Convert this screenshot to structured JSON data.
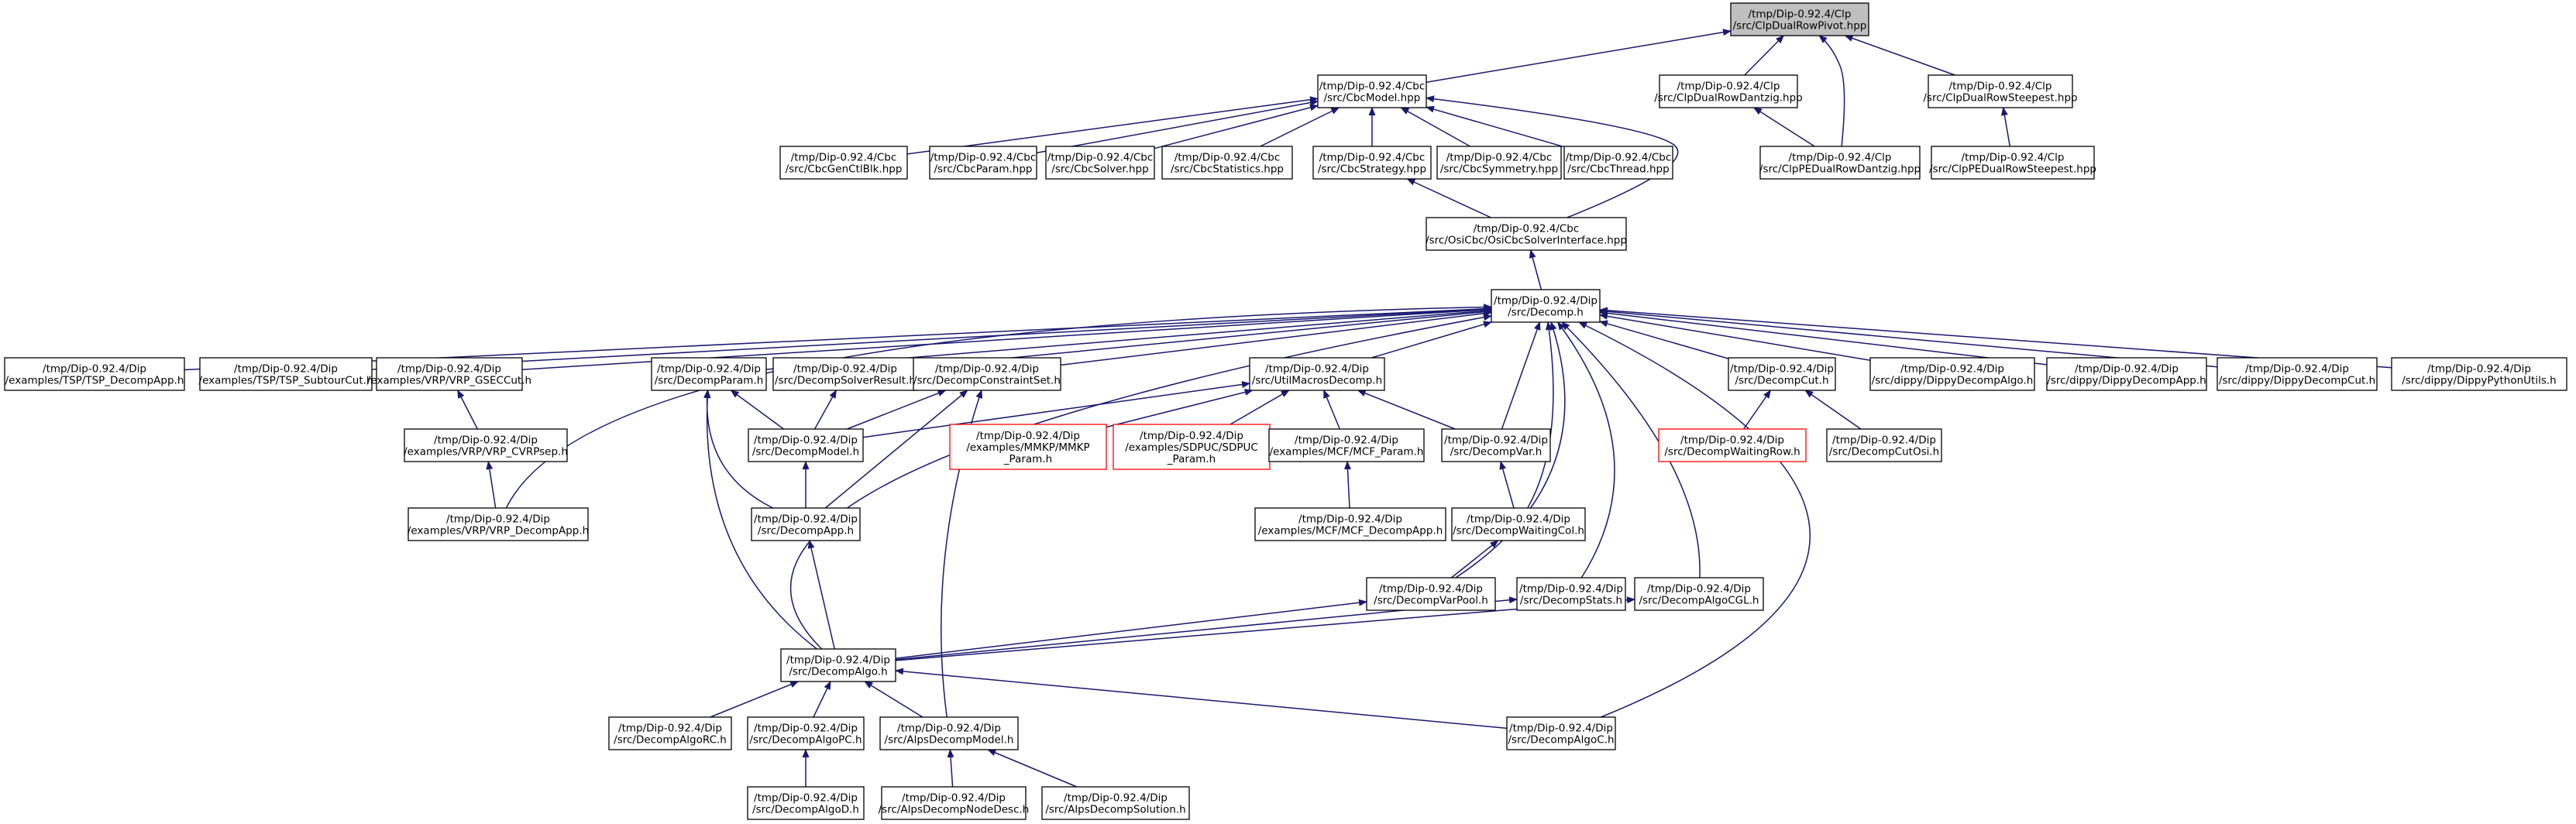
{
  "colors": {
    "edge": "#191970",
    "root_fill": "#bfbfbf",
    "node_fill": "#ffffff",
    "node_border": "#000000",
    "truncated_border": "#ff0000"
  },
  "nodes": [
    {
      "id": "n_root",
      "lines": [
        "/tmp/Dip-0.92.4/Clp",
        "/src/ClpDualRowPivot.hpp"
      ],
      "root": true
    },
    {
      "id": "n_cbcmodel",
      "lines": [
        "/tmp/Dip-0.92.4/Cbc",
        "/src/CbcModel.hpp"
      ]
    },
    {
      "id": "n_clpdantzig",
      "lines": [
        "/tmp/Dip-0.92.4/Clp",
        "/src/ClpDualRowDantzig.hpp"
      ]
    },
    {
      "id": "n_clpsteepest",
      "lines": [
        "/tmp/Dip-0.92.4/Clp",
        "/src/ClpDualRowSteepest.hpp"
      ]
    },
    {
      "id": "n_cbcgencut",
      "lines": [
        "/tmp/Dip-0.92.4/Cbc",
        "/src/CbcGenCtlBlk.hpp"
      ]
    },
    {
      "id": "n_cbcparam",
      "lines": [
        "/tmp/Dip-0.92.4/Cbc",
        "/src/CbcParam.hpp"
      ]
    },
    {
      "id": "n_cbcsolver",
      "lines": [
        "/tmp/Dip-0.92.4/Cbc",
        "/src/CbcSolver.hpp"
      ]
    },
    {
      "id": "n_cbcstats",
      "lines": [
        "/tmp/Dip-0.92.4/Cbc",
        "/src/CbcStatistics.hpp"
      ]
    },
    {
      "id": "n_cbcstrategy",
      "lines": [
        "/tmp/Dip-0.92.4/Cbc",
        "/src/CbcStrategy.hpp"
      ]
    },
    {
      "id": "n_cbcsymmetry",
      "lines": [
        "/tmp/Dip-0.92.4/Cbc",
        "/src/CbcSymmetry.hpp"
      ]
    },
    {
      "id": "n_cbcthread",
      "lines": [
        "/tmp/Dip-0.92.4/Cbc",
        "/src/CbcThread.hpp"
      ]
    },
    {
      "id": "n_clpedantzig",
      "lines": [
        "/tmp/Dip-0.92.4/Clp",
        "/src/ClpPEDualRowDantzig.hpp"
      ]
    },
    {
      "id": "n_clpesteepest",
      "lines": [
        "/tmp/Dip-0.92.4/Clp",
        "/src/ClpPEDualRowSteepest.hpp"
      ]
    },
    {
      "id": "n_osicbc",
      "lines": [
        "/tmp/Dip-0.92.4/Cbc",
        "/src/OsiCbc/OsiCbcSolverInterface.hpp"
      ]
    },
    {
      "id": "n_decomp",
      "lines": [
        "/tmp/Dip-0.92.4/Dip",
        "/src/Decomp.h"
      ]
    },
    {
      "id": "n_tspapp",
      "lines": [
        "/tmp/Dip-0.92.4/Dip",
        "/examples/TSP/TSP_DecompApp.h"
      ]
    },
    {
      "id": "n_tspsub",
      "lines": [
        "/tmp/Dip-0.92.4/Dip",
        "/examples/TSP/TSP_SubtourCut.h"
      ]
    },
    {
      "id": "n_vrpgsec",
      "lines": [
        "/tmp/Dip-0.92.4/Dip",
        "/examples/VRP/VRP_GSECCut.h"
      ]
    },
    {
      "id": "n_decompparam",
      "lines": [
        "/tmp/Dip-0.92.4/Dip",
        "/src/DecompParam.h"
      ]
    },
    {
      "id": "n_decompsolres",
      "lines": [
        "/tmp/Dip-0.92.4/Dip",
        "/src/DecompSolverResult.h"
      ]
    },
    {
      "id": "n_decompconset",
      "lines": [
        "/tmp/Dip-0.92.4/Dip",
        "/src/DecompConstraintSet.h"
      ]
    },
    {
      "id": "n_utilmacros",
      "lines": [
        "/tmp/Dip-0.92.4/Dip",
        "/src/UtilMacrosDecomp.h"
      ]
    },
    {
      "id": "n_decompcut",
      "lines": [
        "/tmp/Dip-0.92.4/Dip",
        "/src/DecompCut.h"
      ]
    },
    {
      "id": "n_dippydecompalgo",
      "lines": [
        "/tmp/Dip-0.92.4/Dip",
        "/src/dippy/DippyDecompAlgo.h"
      ]
    },
    {
      "id": "n_dippydecompapp",
      "lines": [
        "/tmp/Dip-0.92.4/Dip",
        "/src/dippy/DippyDecompApp.h"
      ]
    },
    {
      "id": "n_dippydecompcut",
      "lines": [
        "/tmp/Dip-0.92.4/Dip",
        "/src/dippy/DippyDecompCut.h"
      ]
    },
    {
      "id": "n_dippyutils",
      "lines": [
        "/tmp/Dip-0.92.4/Dip",
        "/src/dippy/DippyPythonUtils.h"
      ]
    },
    {
      "id": "n_vrpcvrp",
      "lines": [
        "/tmp/Dip-0.92.4/Dip",
        "/examples/VRP/VRP_CVRPsep.h"
      ]
    },
    {
      "id": "n_decompmodel",
      "lines": [
        "/tmp/Dip-0.92.4/Dip",
        "/src/DecompModel.h"
      ]
    },
    {
      "id": "n_mmkp",
      "lines": [
        "/tmp/Dip-0.92.4/Dip",
        "/examples/MMKP/MMKP",
        "_Param.h"
      ],
      "truncated": true
    },
    {
      "id": "n_sdpuc",
      "lines": [
        "/tmp/Dip-0.92.4/Dip",
        "/examples/SDPUC/SDPUC",
        "_Param.h"
      ],
      "truncated": true
    },
    {
      "id": "n_mcfparam",
      "lines": [
        "/tmp/Dip-0.92.4/Dip",
        "/examples/MCF/MCF_Param.h"
      ]
    },
    {
      "id": "n_decompvar",
      "lines": [
        "/tmp/Dip-0.92.4/Dip",
        "/src/DecompVar.h"
      ]
    },
    {
      "id": "n_waitingrow",
      "lines": [
        "/tmp/Dip-0.92.4/Dip",
        "/src/DecompWaitingRow.h"
      ],
      "truncated": true
    },
    {
      "id": "n_decompcutosi",
      "lines": [
        "/tmp/Dip-0.92.4/Dip",
        "/src/DecompCutOsi.h"
      ]
    },
    {
      "id": "n_vrpapp",
      "lines": [
        "/tmp/Dip-0.92.4/Dip",
        "/examples/VRP/VRP_DecompApp.h"
      ]
    },
    {
      "id": "n_decompapp",
      "lines": [
        "/tmp/Dip-0.92.4/Dip",
        "/src/DecompApp.h"
      ]
    },
    {
      "id": "n_mcfapp",
      "lines": [
        "/tmp/Dip-0.92.4/Dip",
        "/examples/MCF/MCF_DecompApp.h"
      ]
    },
    {
      "id": "n_waitingcol",
      "lines": [
        "/tmp/Dip-0.92.4/Dip",
        "/src/DecompWaitingCol.h"
      ]
    },
    {
      "id": "n_varpool",
      "lines": [
        "/tmp/Dip-0.92.4/Dip",
        "/src/DecompVarPool.h"
      ]
    },
    {
      "id": "n_decompstats",
      "lines": [
        "/tmp/Dip-0.92.4/Dip",
        "/src/DecompStats.h"
      ]
    },
    {
      "id": "n_algocgl",
      "lines": [
        "/tmp/Dip-0.92.4/Dip",
        "/src/DecompAlgoCGL.h"
      ]
    },
    {
      "id": "n_decompalgo",
      "lines": [
        "/tmp/Dip-0.92.4/Dip",
        "/src/DecompAlgo.h"
      ]
    },
    {
      "id": "n_algorc",
      "lines": [
        "/tmp/Dip-0.92.4/Dip",
        "/src/DecompAlgoRC.h"
      ]
    },
    {
      "id": "n_algopc",
      "lines": [
        "/tmp/Dip-0.92.4/Dip",
        "/src/DecompAlgoPC.h"
      ]
    },
    {
      "id": "n_alpsmodel",
      "lines": [
        "/tmp/Dip-0.92.4/Dip",
        "/src/AlpsDecompModel.h"
      ]
    },
    {
      "id": "n_algoc",
      "lines": [
        "/tmp/Dip-0.92.4/Dip",
        "/src/DecompAlgoC.h"
      ]
    },
    {
      "id": "n_algod",
      "lines": [
        "/tmp/Dip-0.92.4/Dip",
        "/src/DecompAlgoD.h"
      ]
    },
    {
      "id": "n_alpsnode",
      "lines": [
        "/tmp/Dip-0.92.4/Dip",
        "/src/AlpsDecompNodeDesc.h"
      ]
    },
    {
      "id": "n_alpssol",
      "lines": [
        "/tmp/Dip-0.92.4/Dip",
        "/src/AlpsDecompSolution.h"
      ]
    }
  ],
  "edges": [
    [
      "n_cbcmodel",
      "n_root"
    ],
    [
      "n_clpdantzig",
      "n_root"
    ],
    [
      "n_clpsteepest",
      "n_root"
    ],
    [
      "n_clpedantzig",
      "n_root"
    ],
    [
      "n_clpedantzig",
      "n_clpdantzig"
    ],
    [
      "n_clpesteepest",
      "n_clpsteepest"
    ],
    [
      "n_cbcgencut",
      "n_cbcmodel"
    ],
    [
      "n_cbcparam",
      "n_cbcmodel"
    ],
    [
      "n_cbcsolver",
      "n_cbcmodel"
    ],
    [
      "n_cbcstats",
      "n_cbcmodel"
    ],
    [
      "n_cbcstrategy",
      "n_cbcmodel"
    ],
    [
      "n_cbcsymmetry",
      "n_cbcmodel"
    ],
    [
      "n_cbcthread",
      "n_cbcmodel"
    ],
    [
      "n_osicbc",
      "n_cbcmodel"
    ],
    [
      "n_osicbc",
      "n_cbcstrategy"
    ],
    [
      "n_decomp",
      "n_osicbc"
    ],
    [
      "n_tspapp",
      "n_decomp"
    ],
    [
      "n_tspsub",
      "n_decomp"
    ],
    [
      "n_vrpgsec",
      "n_decomp"
    ],
    [
      "n_vrpapp",
      "n_decomp"
    ],
    [
      "n_decompalgo",
      "n_decomp"
    ],
    [
      "n_decompparam",
      "n_decomp"
    ],
    [
      "n_decompsolres",
      "n_decomp"
    ],
    [
      "n_decompconset",
      "n_decomp"
    ],
    [
      "n_utilmacros",
      "n_decomp"
    ],
    [
      "n_varpool",
      "n_decomp"
    ],
    [
      "n_decompvar",
      "n_decomp"
    ],
    [
      "n_waitingcol",
      "n_decomp"
    ],
    [
      "n_decompstats",
      "n_decomp"
    ],
    [
      "n_algocgl",
      "n_decomp"
    ],
    [
      "n_decompcut",
      "n_decomp"
    ],
    [
      "n_algoc",
      "n_decomp"
    ],
    [
      "n_dippydecompalgo",
      "n_decomp"
    ],
    [
      "n_dippydecompapp",
      "n_decomp"
    ],
    [
      "n_dippydecompcut",
      "n_decomp"
    ],
    [
      "n_dippyutils",
      "n_decomp"
    ],
    [
      "n_vrpcvrp",
      "n_vrpgsec"
    ],
    [
      "n_vrpapp",
      "n_vrpcvrp"
    ],
    [
      "n_decompmodel",
      "n_decompparam"
    ],
    [
      "n_decompapp",
      "n_decompparam"
    ],
    [
      "n_decompalgo",
      "n_decompparam"
    ],
    [
      "n_decompmodel",
      "n_decompsolres"
    ],
    [
      "n_decompmodel",
      "n_decompconset"
    ],
    [
      "n_decompapp",
      "n_decompconset"
    ],
    [
      "n_alpsmodel",
      "n_decompconset"
    ],
    [
      "n_decompmodel",
      "n_utilmacros"
    ],
    [
      "n_mmkp",
      "n_utilmacros"
    ],
    [
      "n_sdpuc",
      "n_utilmacros"
    ],
    [
      "n_mcfparam",
      "n_utilmacros"
    ],
    [
      "n_decompvar",
      "n_utilmacros"
    ],
    [
      "n_decompapp",
      "n_decompmodel"
    ],
    [
      "n_decompalgo",
      "n_decompapp"
    ],
    [
      "n_mcfapp",
      "n_mcfparam"
    ],
    [
      "n_waitingcol",
      "n_decompvar"
    ],
    [
      "n_varpool",
      "n_waitingcol"
    ],
    [
      "n_decompalgo",
      "n_varpool"
    ],
    [
      "n_decompalgo",
      "n_decompstats"
    ],
    [
      "n_decompalgo",
      "n_algocgl"
    ],
    [
      "n_waitingrow",
      "n_decompcut"
    ],
    [
      "n_decompcutosi",
      "n_decompcut"
    ],
    [
      "n_algorc",
      "n_decompalgo"
    ],
    [
      "n_algopc",
      "n_decompalgo"
    ],
    [
      "n_alpsmodel",
      "n_decompalgo"
    ],
    [
      "n_algoc",
      "n_decompalgo"
    ],
    [
      "n_algod",
      "n_algopc"
    ],
    [
      "n_alpsnode",
      "n_alpsmodel"
    ],
    [
      "n_alpssol",
      "n_alpsmodel"
    ]
  ]
}
